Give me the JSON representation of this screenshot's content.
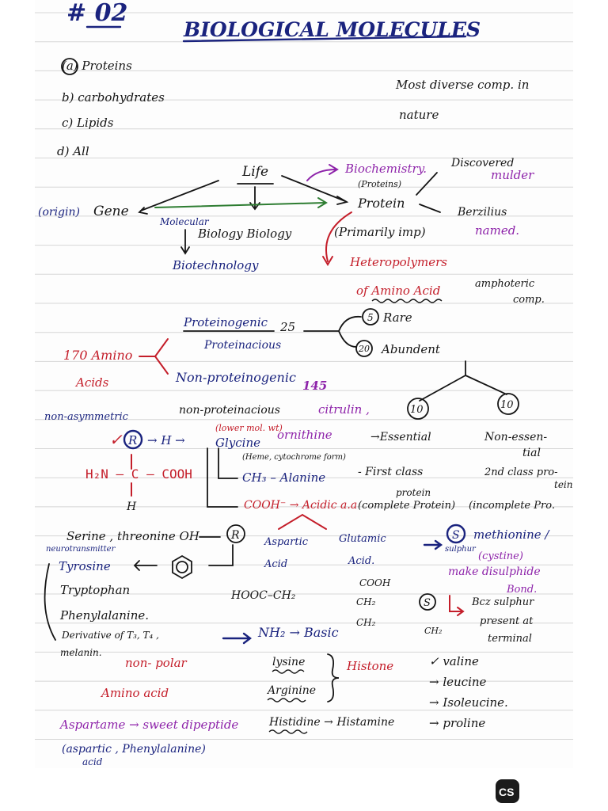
{
  "header": {
    "number": "# 02",
    "title": "BIOLOGICAL MOLECULES"
  },
  "mcq": {
    "a": "(a) Proteins",
    "b": "b) carbohydrates",
    "c": "c) Lipids",
    "d": "d) All",
    "note_line1": "Most diverse comp. in",
    "note_line2": "nature"
  },
  "life_map": {
    "life": "Life",
    "origin": "(origin)",
    "gene": "Gene",
    "molecular": "Molecular",
    "biology_biology": "Biology Biology",
    "biotechnology": "Biotechnology",
    "biochemistry": "Biochemistry.",
    "biochem_note": "(Proteins)",
    "protein": "Protein",
    "primarily": "(Primarily imp)",
    "discovered": "Discovered",
    "mulder": "mulder",
    "berzilius": "Berzilius",
    "named": "named.",
    "heteropolymer": "Heteropolymers",
    "of_amino_acid": "of Amino Acid",
    "amphoteric_1": "amphoteric",
    "amphoteric_2": "comp."
  },
  "amino_acids": {
    "total": "170 Amino",
    "acids": "Acids",
    "proteinogenic": "Proteinogenic",
    "proteinogenic_count": "25",
    "proteinaceous": "Proteinacious",
    "rare_num": "5",
    "rare": "Rare",
    "abundant_num": "20",
    "abundant": "Abundent",
    "non_proteinogenic": "Non-proteinogenic",
    "non_count": "145",
    "non_asymmetric": "non-asymmetric",
    "non_proteinaceous": "non-proteinacious",
    "citrulin": "citrulin ,",
    "essential_num": "10",
    "non_essential_num": "10",
    "ornithine": "ornithine",
    "essential": "→Essential",
    "non_essential_1": "Non-essen-",
    "non_essential_2": "tial",
    "first_class": "- First class",
    "first_class_2": "protein",
    "complete": "(complete Protein)",
    "second_class_1": "2nd class pro-",
    "second_class_2": "tein",
    "incomplete": "(incomplete Pro."
  },
  "structure": {
    "check": "✓",
    "r": "R",
    "h_arrow": "→ H →",
    "glycine": "Glycine",
    "lower_mol": "(lower mol. wt)",
    "heme": "(Heme, cytochrome form)",
    "left_h": "H₂N – C – COOH",
    "bottom_h": "H",
    "ch3": "CH₃ – Alanine",
    "cooh": "COOH⁻ → Acidic a.a"
  },
  "lower": {
    "serine": "Serine , threonine OH",
    "neurotransmitter": "neurotransmitter",
    "r2": "R",
    "tyrosine": "Tyrosine",
    "tryptophan": "Tryptophan",
    "phenylalanine": "Phenylalanine.",
    "derivative": "Derivative of T₃, T₄ ,",
    "melanin": "melanin.",
    "aspartic": "Aspartic",
    "aspartic_acid": "Acid",
    "glutamic": "Glutamic",
    "glutamic_acid": "Acid.",
    "hooc": "HOOC–CH₂",
    "glu_cooh": "COOH",
    "glu_ch2_a": "CH₂",
    "glu_ch2_b": "CH₂",
    "s_circle": "S",
    "methionine": "methionine /",
    "sulphur": "sulphur",
    "cystine": "(cystine)",
    "make": "make disulphide",
    "bond": "Bond.",
    "s2": "S",
    "bcz": "Bcz sulphur",
    "present": "present at",
    "terminal": "terminal",
    "ch2_s": "CH₂",
    "nh2": "NH₂ → Basic",
    "non_polar": "non- polar",
    "amino_acid": "Amino acid",
    "lysine": "lysine",
    "arginine": "Arginine",
    "histidine": "Histidine → Histamine",
    "histone": "Histone",
    "valine": "✓ valine",
    "leucine": "→ leucine",
    "isoleucine": "→ Isoleucine.",
    "proline": "→ proline",
    "aspartame": "Aspartame → sweet dipeptide",
    "aspartic2": "(aspartic , Phenylalanine)",
    "acid2": "acid"
  },
  "badge": "CS",
  "colors": {
    "blue_ink": "#1a237e",
    "red_ink": "#c41e2a",
    "purple_ink": "#8e24aa",
    "green_ink": "#2e7d32"
  }
}
